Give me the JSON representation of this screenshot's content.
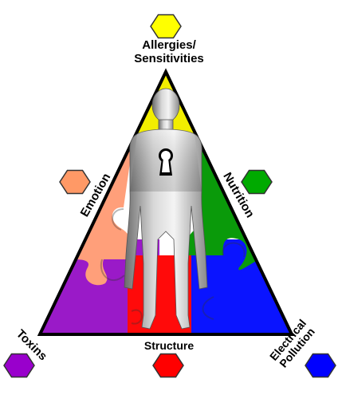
{
  "labels": {
    "top_line1": "Allergies/",
    "top_line2": "Sensitivities",
    "left": "Emotion",
    "right": "Nutrition",
    "bottom_left": "Toxins",
    "bottom": "Structure",
    "bottom_right_line1": "Electrical",
    "bottom_right_line2": "Pollution"
  },
  "hexagons": [
    {
      "name": "allergies",
      "color": "#ffff00"
    },
    {
      "name": "emotion",
      "color": "#ff9966"
    },
    {
      "name": "nutrition",
      "color": "#00aa00"
    },
    {
      "name": "toxins",
      "color": "#9900cc"
    },
    {
      "name": "structure",
      "color": "#ff0000"
    },
    {
      "name": "electrical",
      "color": "#0000ff"
    }
  ],
  "colors": {
    "allergies": "#f2ee00",
    "emotion": "#ff9f7a",
    "nutrition": "#0a9a0a",
    "toxins": "#9a1ac8",
    "structure": "#ff0a0a",
    "electrical": "#0a14ff"
  }
}
